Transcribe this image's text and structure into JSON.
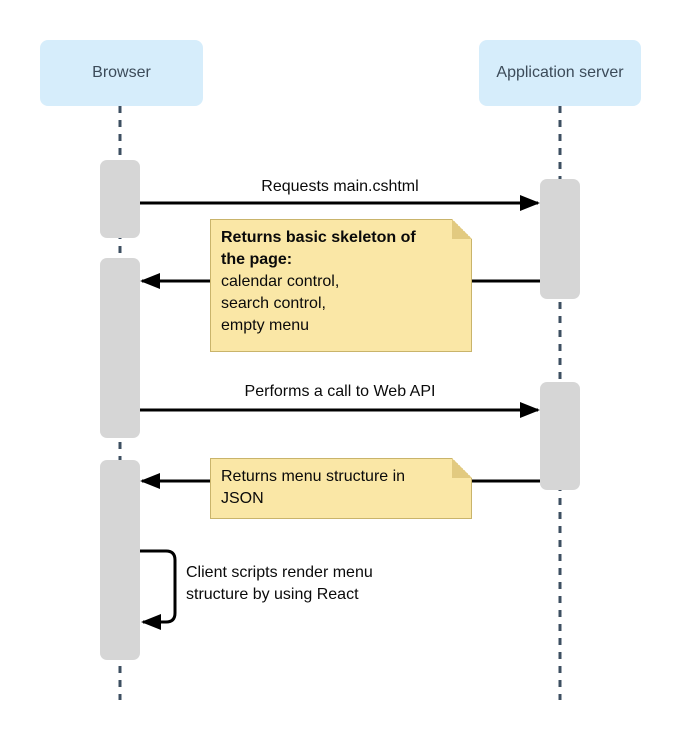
{
  "actors": {
    "browser": "Browser",
    "app_server": "Application server"
  },
  "messages": {
    "request_page": "Requests main.cshtml",
    "call_api": "Performs a call to Web API",
    "self_render": "Client scripts render menu\nstructure by using React"
  },
  "notes": {
    "skeleton": {
      "title": "Returns basic skeleton of\nthe page:",
      "body": "calendar control,\nsearch control,\nempty menu"
    },
    "json": {
      "body": "Returns menu structure in\nJSON"
    }
  },
  "colors": {
    "actor_fill": "#d6edfb",
    "actor_text": "#3c4b59",
    "activation_fill": "#d6d6d6",
    "note_fill": "#fae7a6",
    "note_border": "#c9b46b",
    "note_fold": "#e2ca80",
    "lifeline": "#3d4f61",
    "arrow": "#000000"
  }
}
